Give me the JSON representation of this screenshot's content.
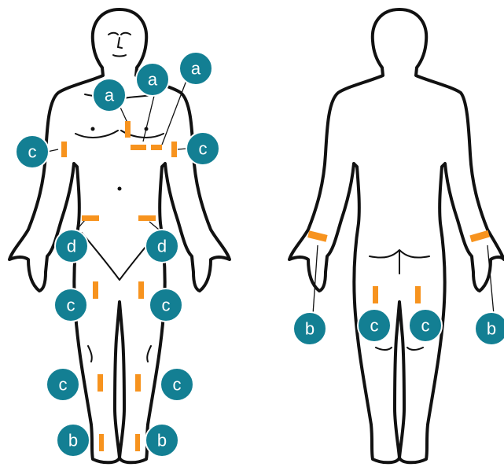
{
  "colors": {
    "marker_fill": "#137f93",
    "marker_text": "#ffffff",
    "electrode": "#f7931e",
    "outline": "#111111",
    "background": "#ffffff"
  },
  "figures": [
    {
      "view": "front",
      "markers": [
        {
          "label": "a",
          "location": "upper chest"
        },
        {
          "label": "a",
          "location": "sternum"
        },
        {
          "label": "a",
          "location": "sternum"
        },
        {
          "label": "c",
          "location": "right upper arm"
        },
        {
          "label": "c",
          "location": "left upper arm"
        },
        {
          "label": "d",
          "location": "right lower abdomen"
        },
        {
          "label": "d",
          "location": "left lower abdomen"
        },
        {
          "label": "c",
          "location": "right thigh"
        },
        {
          "label": "c",
          "location": "left thigh"
        },
        {
          "label": "c",
          "location": "right shin"
        },
        {
          "label": "c",
          "location": "left shin"
        },
        {
          "label": "b",
          "location": "right ankle"
        },
        {
          "label": "b",
          "location": "left ankle"
        }
      ]
    },
    {
      "view": "back",
      "markers": [
        {
          "label": "b",
          "location": "right wrist"
        },
        {
          "label": "c",
          "location": "right back thigh"
        },
        {
          "label": "c",
          "location": "left back thigh"
        },
        {
          "label": "b",
          "location": "left wrist"
        }
      ]
    }
  ]
}
